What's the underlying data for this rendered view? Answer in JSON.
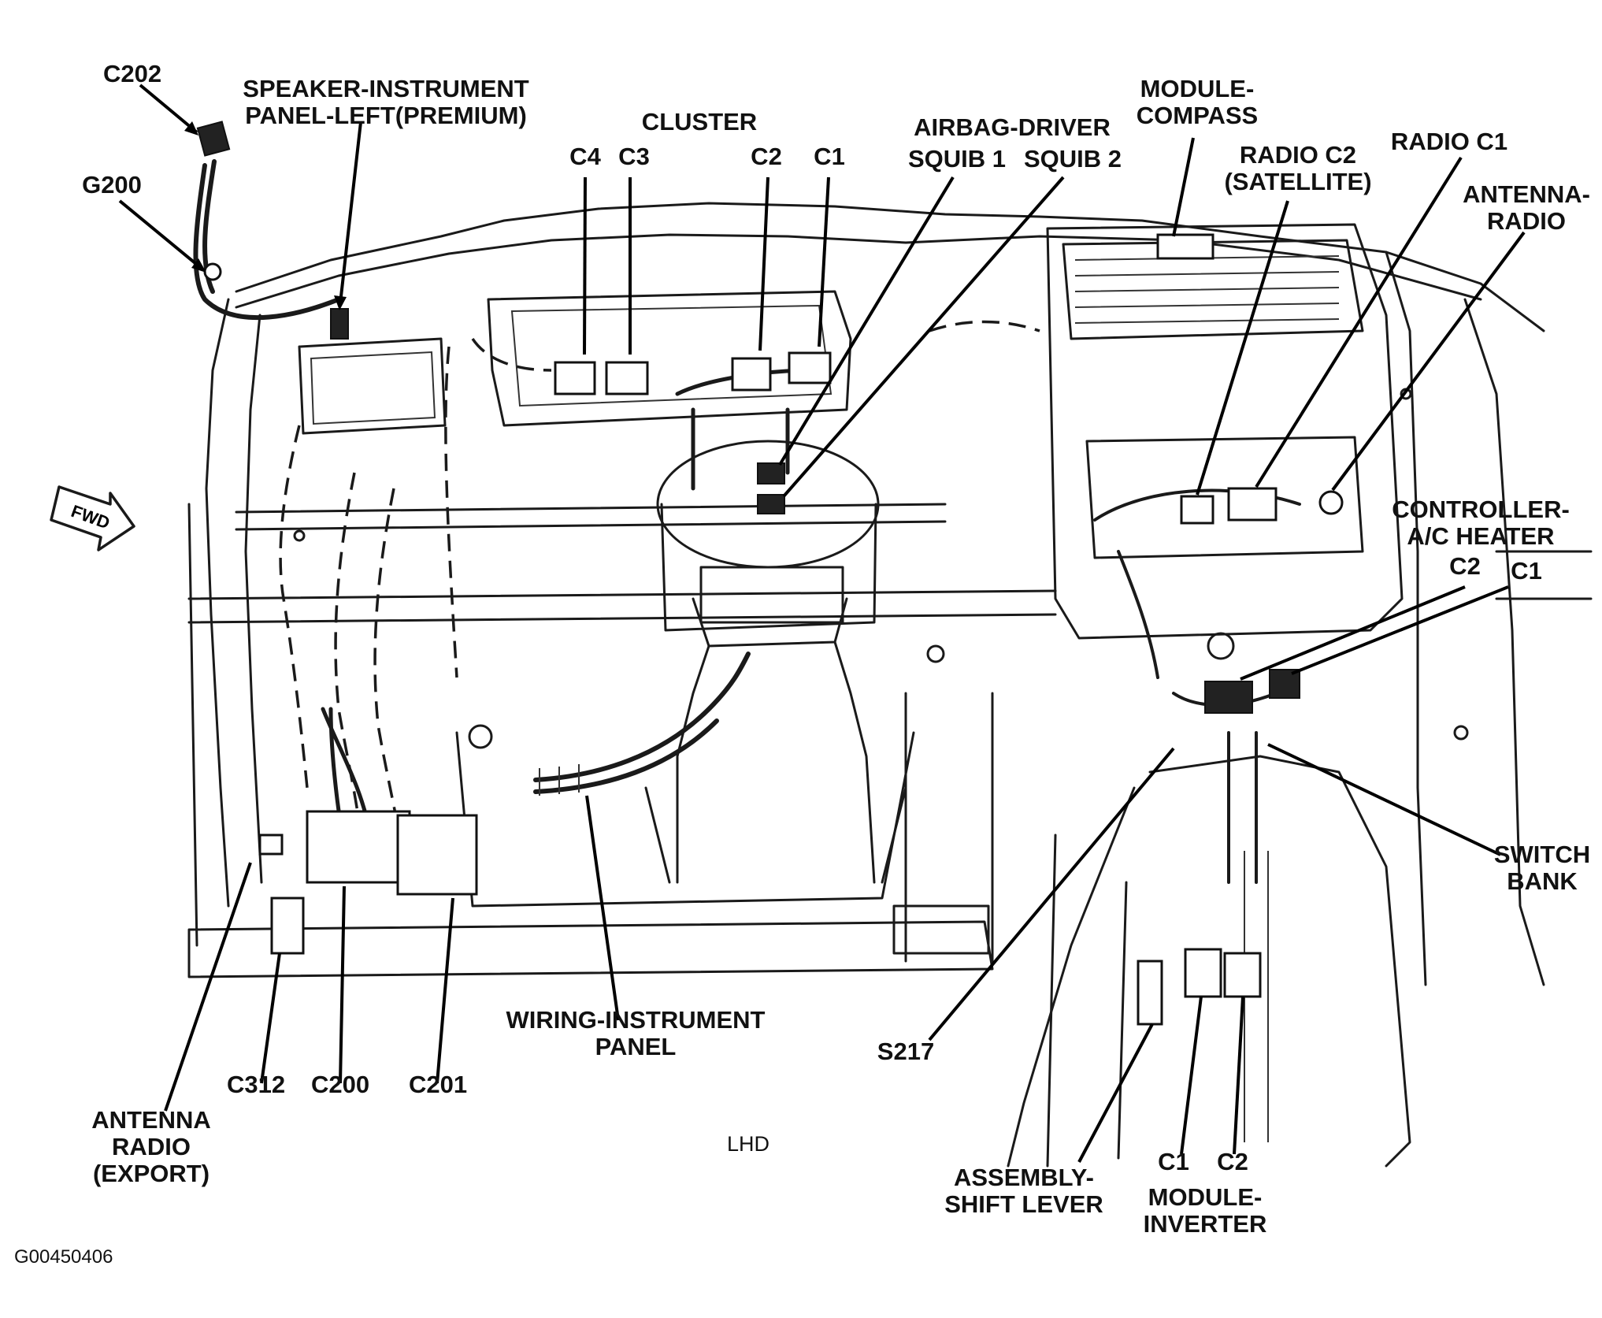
{
  "labels": {
    "c202": "C202",
    "g200": "G200",
    "speaker_l1": "SPEAKER-INSTRUMENT",
    "speaker_l2": "PANEL-LEFT(PREMIUM)",
    "cluster": "CLUSTER",
    "c4": "C4",
    "c3": "C3",
    "c2_cluster": "C2",
    "c1_cluster": "C1",
    "airbag": "AIRBAG-DRIVER",
    "squib1": "SQUIB 1",
    "squib2": "SQUIB 2",
    "compass_l1": "MODULE-",
    "compass_l2": "COMPASS",
    "radio_c2_l1": "RADIO C2",
    "radio_c2_l2": "(SATELLITE)",
    "radio_c1": "RADIO C1",
    "antenna_radio_l1": "ANTENNA-",
    "antenna_radio_l2": "RADIO",
    "controller_l1": "CONTROLLER-",
    "controller_l2": "A/C HEATER",
    "ctrl_c2": "C2",
    "ctrl_c1": "C1",
    "switch_l1": "SWITCH",
    "switch_l2": "BANK",
    "s217": "S217",
    "wiring_l1": "WIRING-INSTRUMENT",
    "wiring_l2": "PANEL",
    "c312": "C312",
    "c200": "C200",
    "c201": "C201",
    "antenna_export_l1": "ANTENNA",
    "antenna_export_l2": "RADIO",
    "antenna_export_l3": "(EXPORT)",
    "shift_l1": "ASSEMBLY-",
    "shift_l2": "SHIFT LEVER",
    "inv_c1": "C1",
    "inv_c2": "C2",
    "inverter_l1": "MODULE-",
    "inverter_l2": "INVERTER",
    "fwd": "FWD",
    "lhd": "LHD",
    "figure_id": "G00450406"
  }
}
